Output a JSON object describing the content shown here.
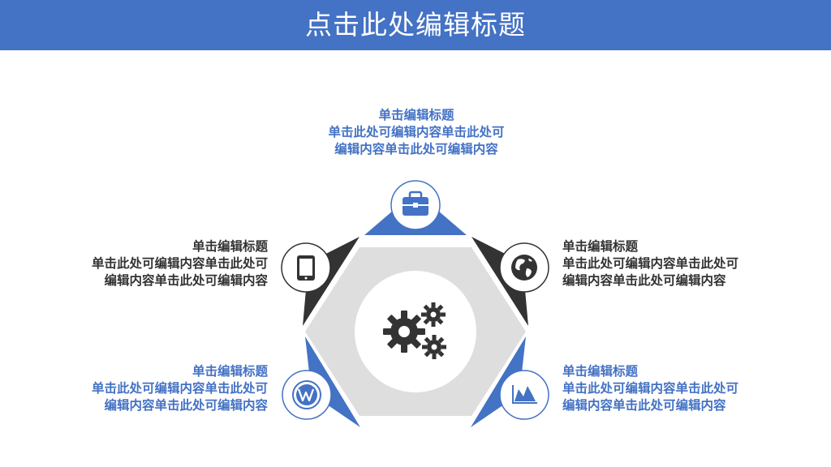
{
  "header": {
    "title": "点击此处编辑标题"
  },
  "colors": {
    "accent": "#4472c4",
    "dark": "#333333",
    "hex": "#dedede"
  },
  "items": [
    {
      "position": "top",
      "color": "blue",
      "icon": "briefcase-icon",
      "heading": "单击编辑标题",
      "body": "单击此处可编辑内容单击此处可编辑内容单击此处可编辑内容"
    },
    {
      "position": "upper-left",
      "color": "dark",
      "icon": "tablet-icon",
      "heading": "单击编辑标题",
      "body": "单击此处可编辑内容单击此处可编辑内容单击此处可编辑内容"
    },
    {
      "position": "upper-right",
      "color": "dark",
      "icon": "globe-icon",
      "heading": "单击编辑标题",
      "body": "单击此处可编辑内容单击此处可编辑内容单击此处可编辑内容"
    },
    {
      "position": "lower-left",
      "color": "blue",
      "icon": "wordpress-icon",
      "heading": "单击编辑标题",
      "body": "单击此处可编辑内容单击此处可编辑内容单击此处可编辑内容"
    },
    {
      "position": "lower-right",
      "color": "blue",
      "icon": "area-chart-icon",
      "heading": "单击编辑标题",
      "body": "单击此处可编辑内容单击此处可编辑内容单击此处可编辑内容"
    }
  ],
  "center_icon": "gears-icon"
}
